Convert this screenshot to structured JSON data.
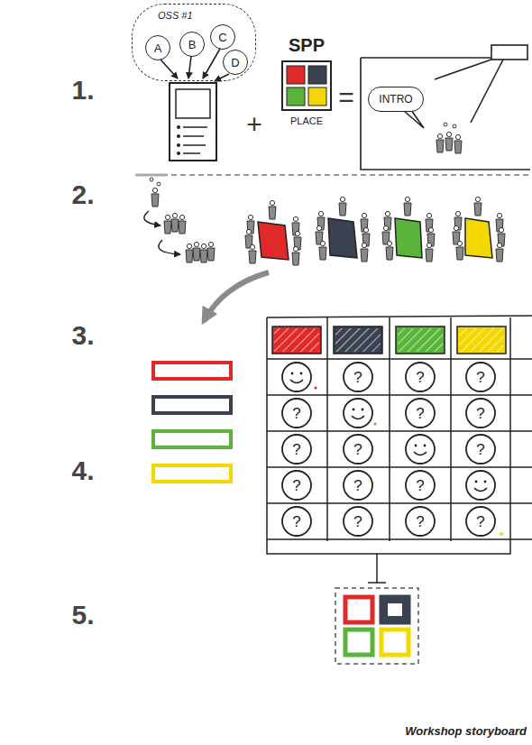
{
  "diagram": {
    "caption": "Workshop storyboard",
    "nodes": [
      {
        "text": [
          "OSS #1"
        ]
      },
      {
        "text": [
          "A"
        ],
        "in": 0
      },
      {
        "text": [
          "B"
        ],
        "in": 0
      },
      {
        "text": [
          "C"
        ],
        "in": 0
      },
      {
        "text": [
          "D"
        ],
        "in": 0
      },
      {
        "text": [
          "SPP",
          "PLACE"
        ]
      },
      {
        "text": [
          "INTRO"
        ]
      }
    ],
    "labels": [
      "1.",
      "2.",
      "3.",
      "4.",
      "5.",
      "+",
      "=",
      "?",
      "?",
      "?",
      "?",
      "?",
      "?",
      "?",
      "?",
      "?",
      "?",
      "?",
      "?",
      "?",
      "?",
      "?",
      "?"
    ]
  }
}
